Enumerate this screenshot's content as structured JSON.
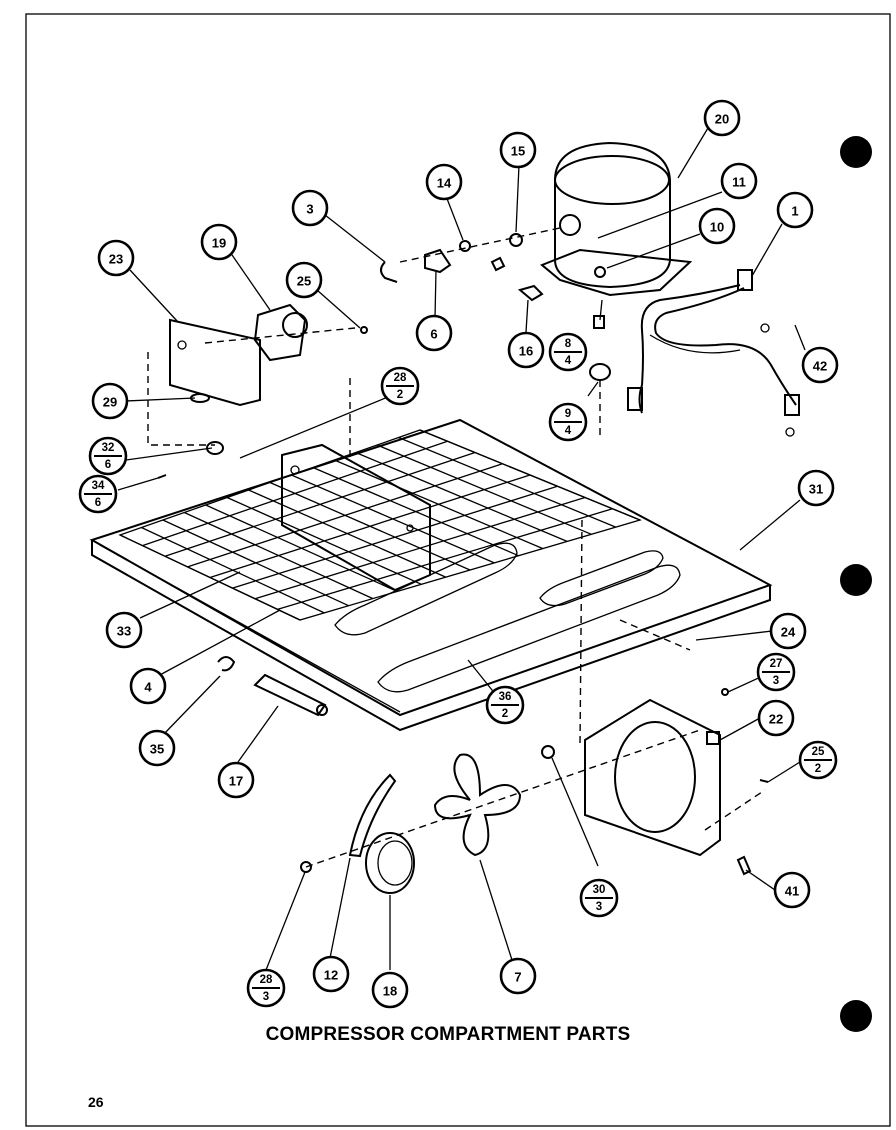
{
  "title": "COMPRESSOR COMPARTMENT PARTS",
  "page_number": "26",
  "callouts": [
    {
      "id": "c20",
      "label": "20"
    },
    {
      "id": "c15",
      "label": "15"
    },
    {
      "id": "c14",
      "label": "14"
    },
    {
      "id": "c11",
      "label": "11"
    },
    {
      "id": "c10",
      "label": "10"
    },
    {
      "id": "c1",
      "label": "1"
    },
    {
      "id": "c3",
      "label": "3"
    },
    {
      "id": "c23",
      "label": "23"
    },
    {
      "id": "c19",
      "label": "19"
    },
    {
      "id": "c25",
      "label": "25"
    },
    {
      "id": "c6",
      "label": "6"
    },
    {
      "id": "c16",
      "label": "16"
    },
    {
      "id": "c42",
      "label": "42"
    },
    {
      "id": "c29",
      "label": "29"
    },
    {
      "id": "c31",
      "label": "31"
    },
    {
      "id": "c33",
      "label": "33"
    },
    {
      "id": "c24",
      "label": "24"
    },
    {
      "id": "c4",
      "label": "4"
    },
    {
      "id": "c22",
      "label": "22"
    },
    {
      "id": "c35",
      "label": "35"
    },
    {
      "id": "c17",
      "label": "17"
    },
    {
      "id": "c41",
      "label": "41"
    },
    {
      "id": "c12",
      "label": "12"
    },
    {
      "id": "c18",
      "label": "18"
    },
    {
      "id": "c7",
      "label": "7"
    }
  ],
  "fraction_callouts": [
    {
      "id": "f8_4",
      "top": "8",
      "bottom": "4"
    },
    {
      "id": "f9_4",
      "top": "9",
      "bottom": "4"
    },
    {
      "id": "f28_2",
      "top": "28",
      "bottom": "2"
    },
    {
      "id": "f32_6",
      "top": "32",
      "bottom": "6"
    },
    {
      "id": "f34_6",
      "top": "34",
      "bottom": "6"
    },
    {
      "id": "f27_3",
      "top": "27",
      "bottom": "3"
    },
    {
      "id": "f36_2",
      "top": "36",
      "bottom": "2"
    },
    {
      "id": "f25_2",
      "top": "25",
      "bottom": "2"
    },
    {
      "id": "f30_3",
      "top": "30",
      "bottom": "3"
    },
    {
      "id": "f28_3",
      "top": "28",
      "bottom": "3"
    }
  ]
}
